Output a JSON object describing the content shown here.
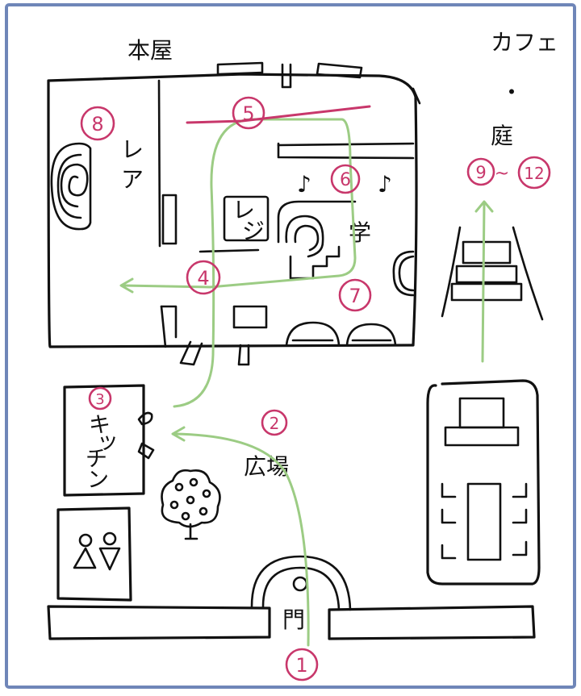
{
  "map": {
    "frame_color": "#6f86b8",
    "ink_color": "#111111",
    "route_color": "#9ccc84",
    "stop_color": "#c8376b",
    "areas": {
      "main_building": "本屋",
      "cafe_garden_line1": "カフェ",
      "cafe_garden_dot": "・",
      "cafe_garden_line2": "庭",
      "rare_char1": "レ",
      "rare_char2": "ア",
      "register_char1": "レ",
      "register_char2": "ジ",
      "study": "学",
      "kitchen_char1": "キ",
      "kitchen_char2": "ッ",
      "kitchen_char3": "チ",
      "kitchen_char4": "ン",
      "plaza": "広場",
      "gate": "門"
    },
    "stops": [
      "1",
      "2",
      "3",
      "4",
      "5",
      "6",
      "7",
      "8",
      "9",
      "12"
    ],
    "stops_range_separator": "~",
    "music_notes": [
      "♪",
      "♪"
    ],
    "icons": [
      "spiral-staircase-icon",
      "person-sitting-icon",
      "tree-icon",
      "restroom-icon",
      "upward-arrow-icon"
    ]
  }
}
